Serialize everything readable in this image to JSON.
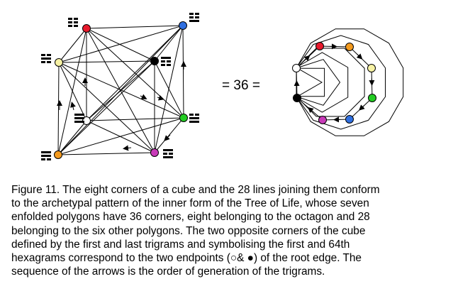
{
  "equation": "= 36 =",
  "colors": {
    "red": "#e8192c",
    "blue": "#2f6fe0",
    "black": "#000000",
    "white": "#ffffff",
    "yellow": "#f7f2a4",
    "orange": "#f39a1e",
    "green": "#22cc22",
    "magenta": "#c83ab8"
  },
  "caption": {
    "lines": [
      "Figure 11. The eight corners of a cube and the 28 lines joining them conform",
      "to the archetypal pattern of the inner form of the Tree of Life, whose seven",
      "enfolded polygons have 36 corners, eight belonging to the octagon and 28",
      "belonging to the six other polygons. The two opposite corners of the cube",
      "defined by the first and last trigrams and symbolising the first and 64th",
      "hexagrams correspond to the two endpoints (○& ●) of the root edge. The",
      "sequence of the arrows is the order of generation of the trigrams."
    ]
  }
}
